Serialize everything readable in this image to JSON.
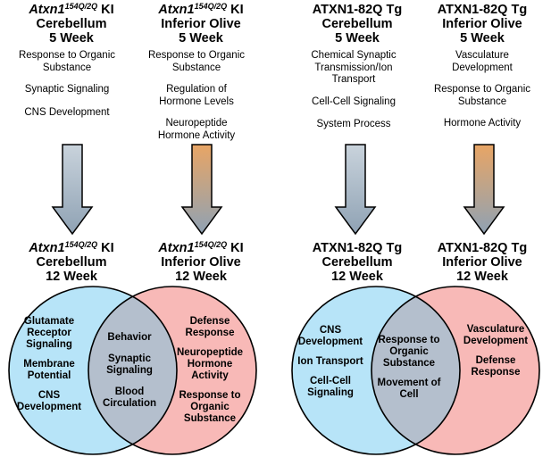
{
  "panels": [
    {
      "top_header": {
        "gene_italic": "Atxn1",
        "gene_sup": "154Q/2Q",
        "gene_suffix": " KI",
        "region": "Cerebellum",
        "age": "5 Week"
      },
      "top_terms": [
        "Response to Organic Substance",
        "Synaptic Signaling",
        "CNS Development"
      ],
      "bottom_header": {
        "gene_italic": "Atxn1",
        "gene_sup": "154Q/2Q",
        "gene_suffix": " KI",
        "region": "Cerebellum",
        "age": "12 Week"
      },
      "arrow_color": "#c9d3dc"
    },
    {
      "top_header": {
        "gene_italic": "Atxn1",
        "gene_sup": "154Q/2Q",
        "gene_suffix": " KI",
        "region": "Inferior Olive",
        "age": "5 Week"
      },
      "top_terms": [
        "Response to Organic Substance",
        "Regulation of Hormone Levels",
        "Neuropeptide Hormone Activity"
      ],
      "bottom_header": {
        "gene_italic": "Atxn1",
        "gene_sup": "154Q/2Q",
        "gene_suffix": " KI",
        "region": "Inferior Olive",
        "age": "12 Week"
      },
      "arrow_color": "#e8a565"
    },
    {
      "top_header": {
        "gene_plain": "ATXN1-82Q Tg",
        "region": "Cerebellum",
        "age": "5 Week"
      },
      "top_terms": [
        "Chemical Synaptic Transmission/Ion Transport",
        "Cell-Cell Signaling",
        "System Process"
      ],
      "bottom_header": {
        "gene_plain": "ATXN1-82Q Tg",
        "region": "Cerebellum",
        "age": "12 Week"
      },
      "arrow_color": "#c9d3dc"
    },
    {
      "top_header": {
        "gene_plain": "ATXN1-82Q Tg",
        "region": "Inferior Olive",
        "age": "5 Week"
      },
      "top_terms": [
        "Vasculature Development",
        "Response to Organic Substance",
        "Hormone Activity"
      ],
      "bottom_header": {
        "gene_plain": "ATXN1-82Q Tg",
        "region": "Inferior Olive",
        "age": "12 Week"
      },
      "arrow_color": "#e8a565"
    }
  ],
  "venns": [
    {
      "left_only": [
        "Glutamate Receptor Signaling",
        "Membrane Potential",
        "CNS Development"
      ],
      "overlap": [
        "Behavior",
        "Synaptic Signaling",
        "Blood Circulation"
      ],
      "right_only": [
        "Defense Response",
        "Neuropeptide Hormone Activity",
        "Response to Organic Substance"
      ]
    },
    {
      "left_only": [
        "CNS Development",
        "Ion Transport",
        "Cell-Cell Signaling"
      ],
      "overlap": [
        "Response to Organic Substance",
        "Movement of Cell"
      ],
      "right_only": [
        "Vasculature Development",
        "Defense Response"
      ]
    }
  ],
  "colors": {
    "cerebellum_circle": "#b7e4f8",
    "olive_circle": "#f8b9b7",
    "overlap": "#b4bfcd",
    "arrow_base": "#8fa2b4"
  }
}
